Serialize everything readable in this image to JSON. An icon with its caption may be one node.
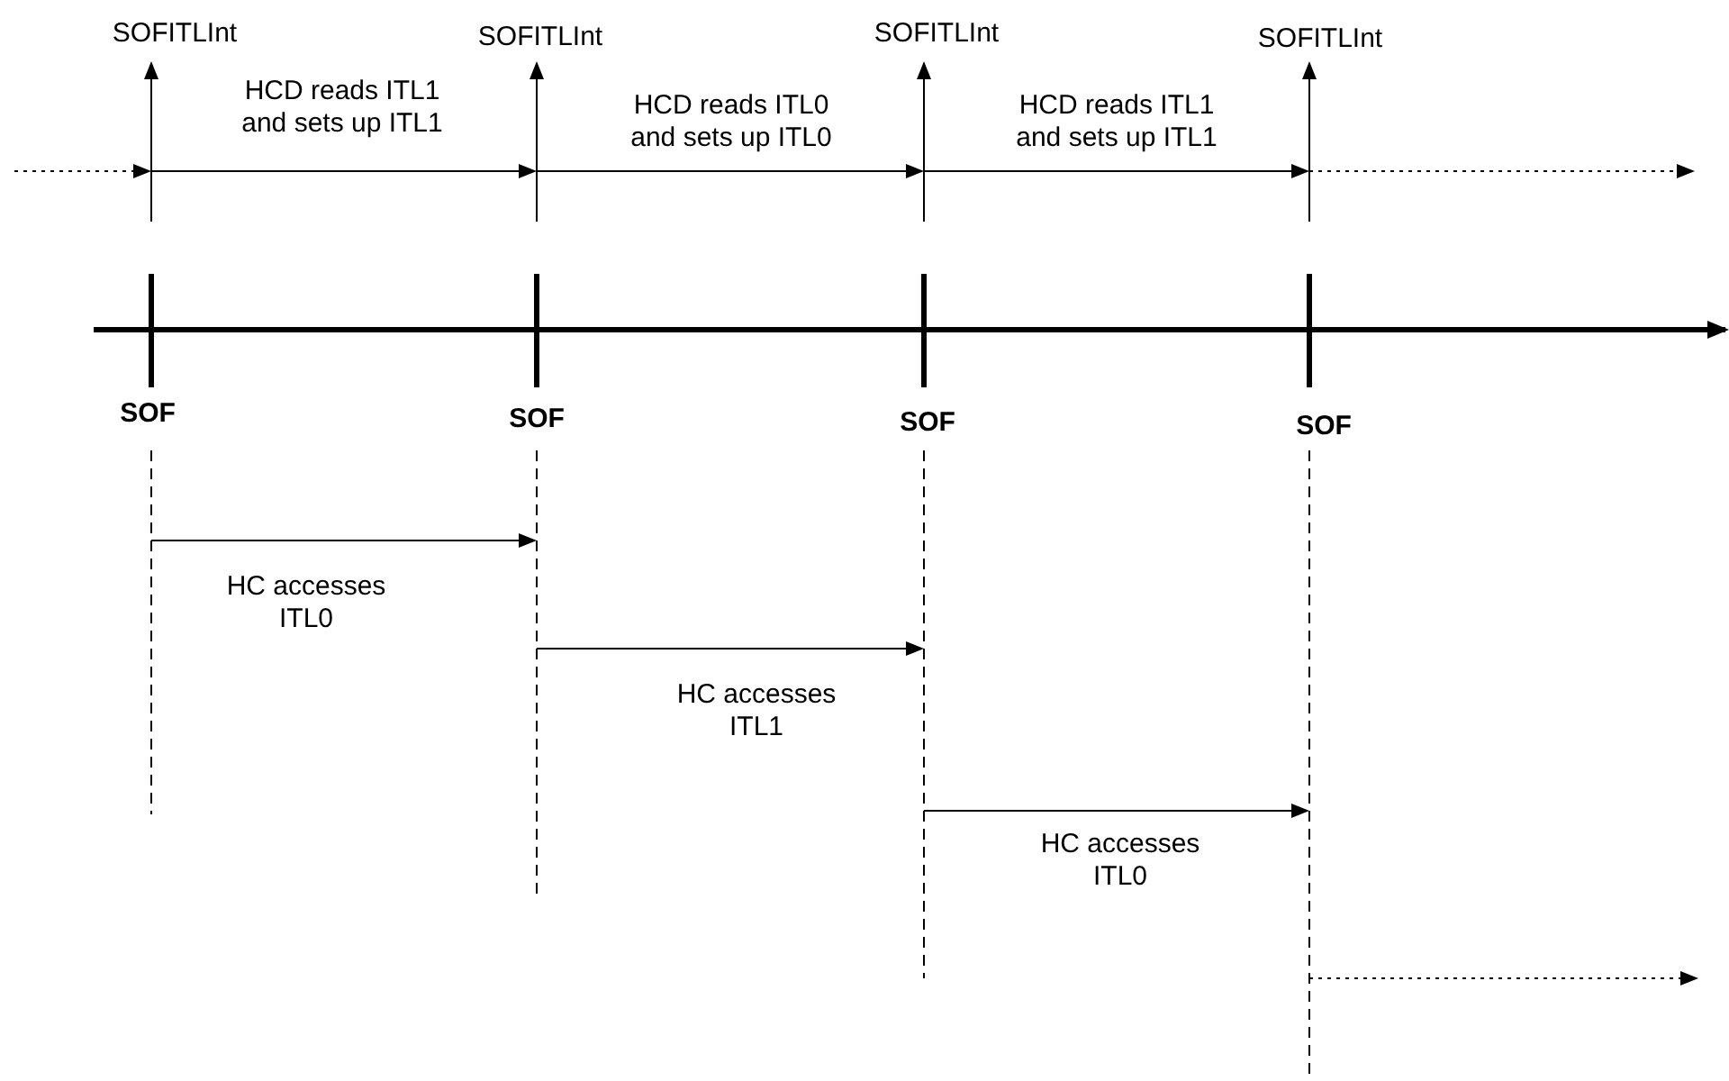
{
  "diagram": {
    "labels": [
      "SOFITLInt",
      "SOFITLInt",
      "SOFITLInt",
      "SOFITLInt",
      "HCD reads ITL1 and sets up ITL1",
      "HCD reads ITL0 and sets up ITL0",
      "HCD reads ITL1 and sets up ITL1",
      "SOF",
      "SOF",
      "SOF",
      "SOF",
      "HC accesses ITL0",
      "HC accesses ITL1",
      "HC accesses ITL0"
    ]
  }
}
